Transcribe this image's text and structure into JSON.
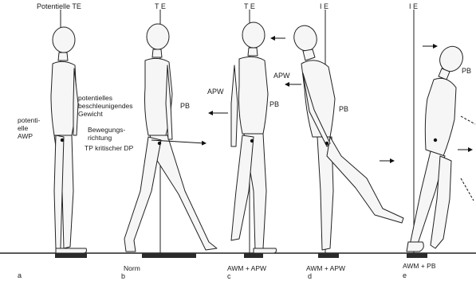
{
  "labels": {
    "top_a": "Potentielle TE",
    "top_b": "T E",
    "top_c": "T E",
    "top_d": "I E",
    "top_e": "I E",
    "a_awp": "potenti-\nelle\nAWP",
    "a_accel": "potentielles\nbeschleunigendes\nGewicht",
    "a_direction": "Bewegungs-\nrichtung",
    "a_tp": "TP kritischer DP",
    "b_pb": "PB",
    "c_apw": "APW",
    "c_pb": "PB",
    "d_apw": "APW",
    "d_pb": "PB",
    "e_pb": "PB",
    "cap_a": "a",
    "cap_b": "b",
    "cap_b_norm": "Norm",
    "cap_c": "c",
    "cap_c_text": "AWM + APW",
    "cap_d": "d",
    "cap_d_text": "AWM + APW",
    "cap_e": "e",
    "cap_e_text": "AWM + PB"
  },
  "colors": {
    "ink": "#1a1a1a",
    "plate": "#2b2b2b",
    "figure_fill": "#f6f6f6"
  }
}
